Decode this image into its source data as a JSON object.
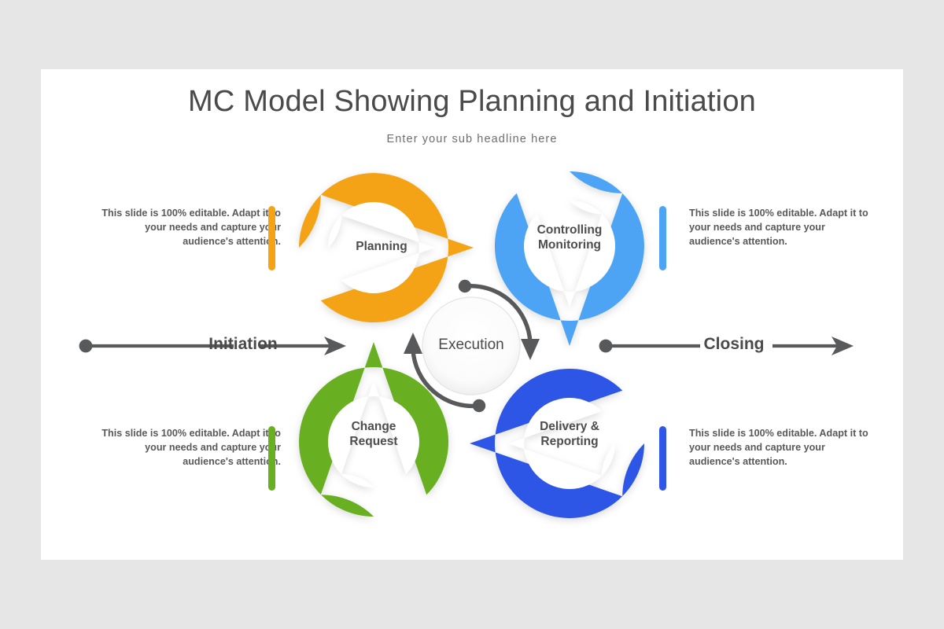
{
  "slide": {
    "title": "MC Model Showing Planning and Initiation",
    "subtitle": "Enter your sub headline here",
    "background_color": "#ffffff",
    "page_background_color": "#e7e6e6"
  },
  "colors": {
    "orange": "#f5a315",
    "light_blue": "#4da4f5",
    "green": "#68b022",
    "dark_blue": "#2f56e6",
    "text_dark": "#4a4a4a",
    "text_body": "#58595b",
    "arrow_gray": "#58595b"
  },
  "nodes": [
    {
      "id": "planning",
      "label": "Planning",
      "color": "#f5a315",
      "direction": "right"
    },
    {
      "id": "controlling-monitoring",
      "label": "Controlling\nMonitoring",
      "color": "#4da4f5",
      "direction": "down"
    },
    {
      "id": "change-request",
      "label": "Change\nRequest",
      "color": "#68b022",
      "direction": "up"
    },
    {
      "id": "delivery-reporting",
      "label": "Delivery &\nReporting",
      "color": "#2f56e6",
      "direction": "left"
    }
  ],
  "center": {
    "label": "Execution"
  },
  "flows": [
    {
      "id": "initiation",
      "label": "Initiation"
    },
    {
      "id": "closing",
      "label": "Closing"
    }
  ],
  "text_blocks": [
    {
      "id": "planning-note",
      "text": "This slide is 100% editable. Adapt it to your needs and capture your audience's attention.",
      "align": "right",
      "accent_color": "#f5a315"
    },
    {
      "id": "controlling-note",
      "text": "This slide is 100% editable. Adapt it to your needs and capture your audience's attention.",
      "align": "left",
      "accent_color": "#4da4f5"
    },
    {
      "id": "change-request-note",
      "text": "This slide is 100% editable. Adapt it to your needs and capture your audience's attention.",
      "align": "right",
      "accent_color": "#68b022"
    },
    {
      "id": "delivery-note",
      "text": "This slide is 100% editable. Adapt it to your needs and capture your audience's attention.",
      "align": "left",
      "accent_color": "#2f56e6"
    }
  ]
}
